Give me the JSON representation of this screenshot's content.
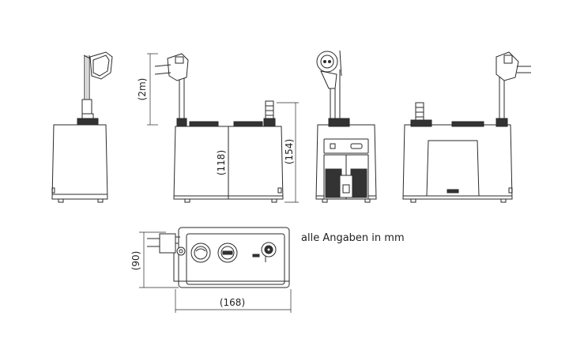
{
  "note": "alle Angaben in mm",
  "dimensions": {
    "cable_length": "(2m)",
    "body_height": "(118)",
    "total_height": "(154)",
    "depth": "(90)",
    "width": "(168)"
  },
  "colors": {
    "stroke": "#2a2a2a",
    "dark_part": "#333333",
    "text": "#222222"
  }
}
